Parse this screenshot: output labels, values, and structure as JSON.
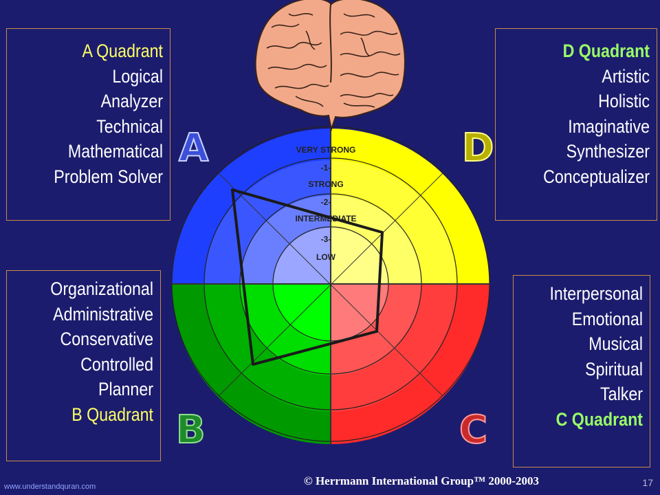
{
  "quadrant_a": {
    "title": "A Quadrant",
    "traits": [
      "Logical",
      "Analyzer",
      "Technical",
      "Mathematical",
      "Problem Solver"
    ]
  },
  "quadrant_d": {
    "title": "D Quadrant",
    "traits": [
      "Artistic",
      "Holistic",
      "Imaginative",
      "Synthesizer",
      "Conceptualizer"
    ]
  },
  "quadrant_b": {
    "title": "B Quadrant",
    "traits": [
      "Organizational",
      "Administrative",
      "Conservative",
      "Controlled",
      "Planner"
    ]
  },
  "quadrant_c": {
    "title": "C Quadrant",
    "traits": [
      "Interpersonal",
      "Emotional",
      "Musical",
      "Spiritual",
      "Talker"
    ]
  },
  "letters": {
    "a": "A",
    "b": "B",
    "c": "C",
    "d": "D"
  },
  "scale_labels": {
    "very_strong": "VERY STRONG",
    "one": "-1-",
    "strong": "STRONG",
    "two": "-2-",
    "intermediate": "INTERMEDIATE",
    "three": "-3-",
    "low": "LOW"
  },
  "colors": {
    "background": "#1c1c6e",
    "quadrant_a": "#1f3fff",
    "quadrant_b": "#009900",
    "quadrant_c": "#ff2b2b",
    "quadrant_d": "#ffff00",
    "accent_text": "#99ff66"
  },
  "copyright": "© Herrmann International Group™ 2000-2003",
  "website": "www.understandquran.com",
  "slide_number": "17"
}
